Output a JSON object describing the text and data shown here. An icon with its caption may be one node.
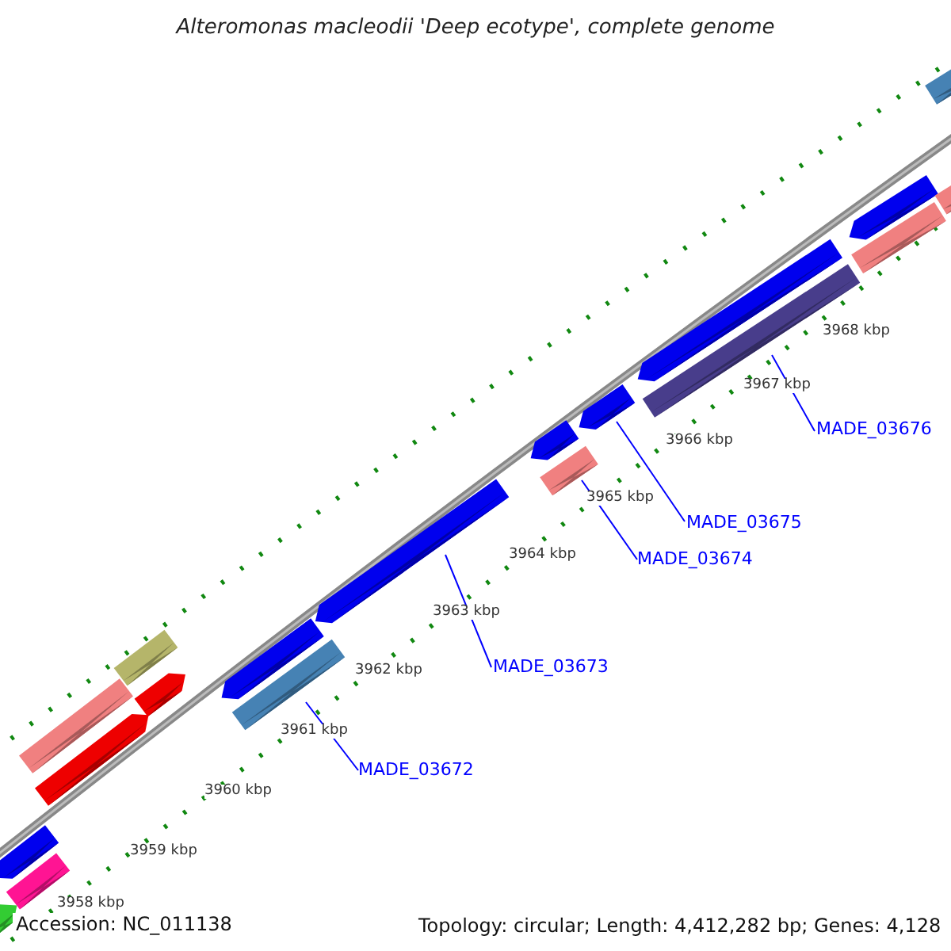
{
  "diagram": {
    "title": "Alteromonas macleodii 'Deep ecotype', complete genome",
    "nodes": [
      {
        "text": [
          "MADE_03672"
        ]
      },
      {
        "text": [],
        "shape": "bar"
      },
      {
        "text": [
          "MADE_03673"
        ]
      },
      {
        "text": [],
        "shape": "bar"
      },
      {
        "text": [
          "MADE_03674"
        ]
      },
      {
        "text": [],
        "shape": "bar"
      },
      {
        "text": [
          "MADE_03675"
        ]
      },
      {
        "text": [],
        "shape": "bar"
      },
      {
        "text": [
          "MADE_03676"
        ]
      },
      {
        "text": [],
        "shape": "bar"
      }
    ],
    "edges": [
      {
        "from": 0,
        "to": 1,
        "arrow": "none"
      },
      {
        "from": 2,
        "to": 3,
        "arrow": "none"
      },
      {
        "from": 4,
        "to": 5,
        "arrow": "none"
      },
      {
        "from": 6,
        "to": 7,
        "arrow": "none"
      },
      {
        "from": 8,
        "to": 9,
        "arrow": "none"
      }
    ],
    "labels": [
      "3968 kbp",
      "3967 kbp",
      "3966 kbp",
      "3965 kbp",
      "3964 kbp",
      "3963 kbp",
      "3962 kbp",
      "3961 kbp",
      "3960 kbp",
      "3959 kbp",
      "3958 kbp",
      "Accession: NC_011138",
      "Topology: circular; Length: 4,412,282 bp; Genes: 4,128"
    ]
  }
}
